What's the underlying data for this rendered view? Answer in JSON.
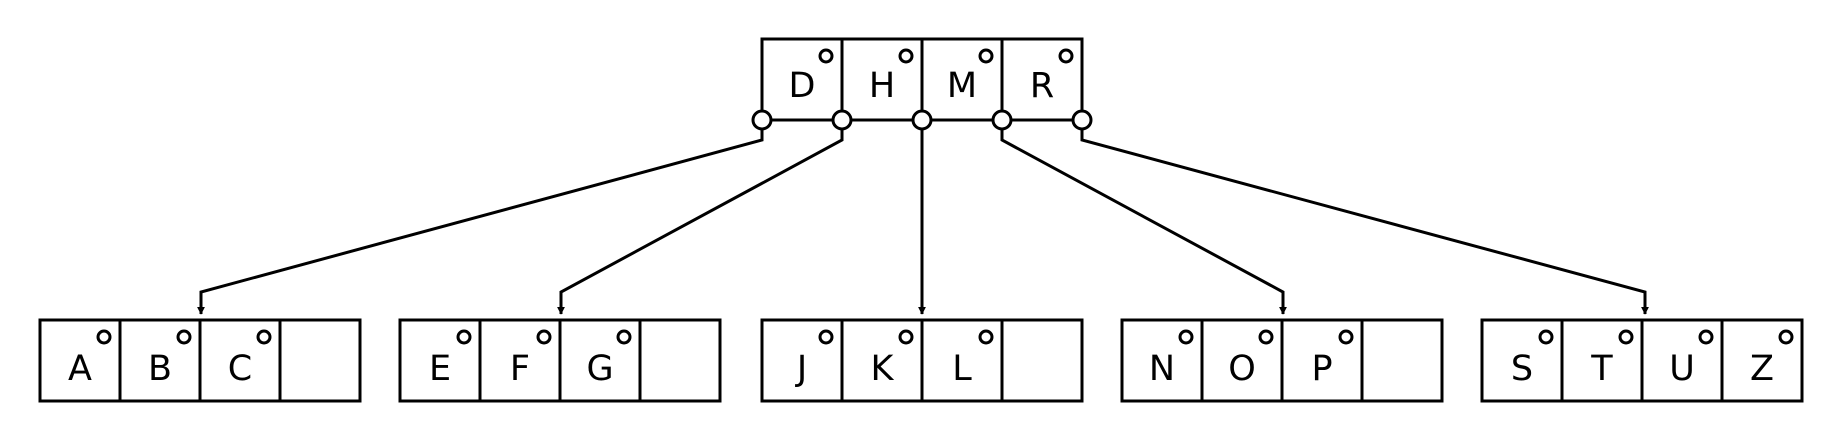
{
  "root_node": {
    "keys": [
      "D",
      "H",
      "M",
      "R"
    ]
  },
  "leaf_nodes": [
    {
      "keys": [
        "A",
        "B",
        "C",
        ""
      ]
    },
    {
      "keys": [
        "E",
        "F",
        "G",
        ""
      ]
    },
    {
      "keys": [
        "J",
        "K",
        "L",
        ""
      ]
    },
    {
      "keys": [
        "N",
        "O",
        "P",
        ""
      ]
    },
    {
      "keys": [
        "S",
        "T",
        "U",
        "Z"
      ]
    }
  ]
}
